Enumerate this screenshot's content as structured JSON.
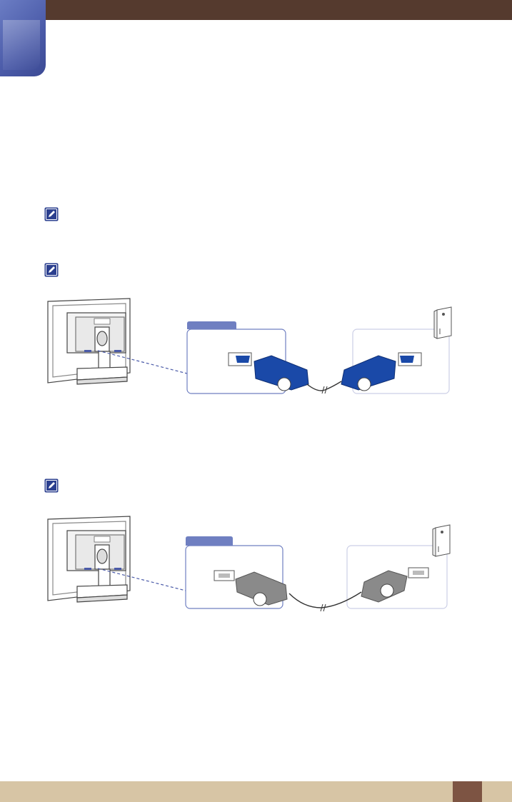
{
  "header": {
    "bar_color": "#553a2e",
    "chapter_tab_color": "#4a5aa8"
  },
  "notes": [
    {
      "icon": "note-pencil-icon"
    },
    {
      "icon": "note-pencil-icon"
    },
    {
      "icon": "note-pencil-icon"
    }
  ],
  "figures": [
    {
      "name": "d-sub-connection",
      "connector": "blue-d-sub-cable-connector",
      "connector_color": "#1a49a8"
    },
    {
      "name": "dvi-connection",
      "connector": "gray-dvi-cable-connector",
      "connector_color": "#8a8a8a"
    }
  ],
  "footer": {
    "bar_color": "#d7c5a5",
    "page_box_color": "#7d5443"
  }
}
